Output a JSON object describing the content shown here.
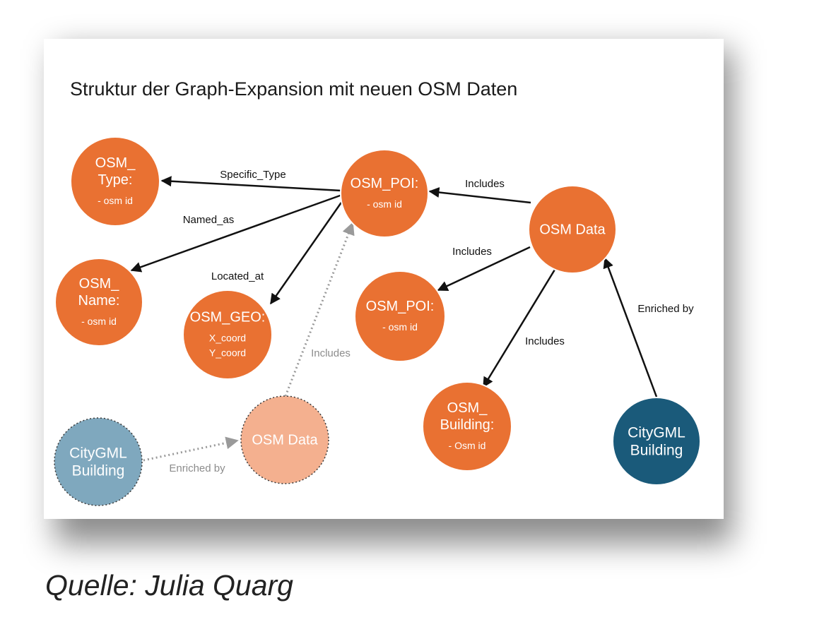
{
  "title": "Struktur der Graph-Expansion mit neuen OSM Daten",
  "caption": "Quelle: Julia Quarg",
  "colors": {
    "node_orange": "#e97132",
    "node_light_orange": "#f4b08f",
    "node_dark_blue": "#1a5a7a",
    "node_light_blue": "#7fa8be",
    "edge": "#111111",
    "edge_dotted": "#9a9a9a"
  },
  "nodes": {
    "osm_type": {
      "title": [
        "OSM_",
        "Type:"
      ],
      "attrs": [
        "- osm id"
      ]
    },
    "osm_poi_top": {
      "title": [
        "OSM_POI:"
      ],
      "attrs": [
        "- osm id"
      ]
    },
    "osm_data_main": {
      "title": [
        "OSM Data"
      ],
      "attrs": []
    },
    "osm_name": {
      "title": [
        "OSM_",
        "Name:"
      ],
      "attrs": [
        "- osm id"
      ]
    },
    "osm_geo": {
      "title": [
        "OSM_GEO:"
      ],
      "attrs": [
        "X_coord",
        "Y_coord"
      ]
    },
    "osm_poi_mid": {
      "title": [
        "OSM_POI:"
      ],
      "attrs": [
        "- osm id"
      ]
    },
    "osm_building": {
      "title": [
        "OSM_",
        "Building:"
      ],
      "attrs": [
        "- Osm id"
      ]
    },
    "citygml_main": {
      "title": [
        "CityGML",
        "Building"
      ],
      "attrs": []
    },
    "citygml_faded": {
      "title": [
        "CityGML",
        "Building"
      ],
      "attrs": []
    },
    "osm_data_faded": {
      "title": [
        "OSM Data"
      ],
      "attrs": []
    }
  },
  "edges": {
    "poi_type": "Specific_Type",
    "poi_name": "Named_as",
    "poi_geo": "Located_at",
    "data_poi_top": "Includes",
    "data_poi_mid": "Includes",
    "data_building": "Includes",
    "citygml_data": "Enriched by",
    "faded_citygml_data": "Enriched by",
    "faded_data_poi": "Includes"
  }
}
